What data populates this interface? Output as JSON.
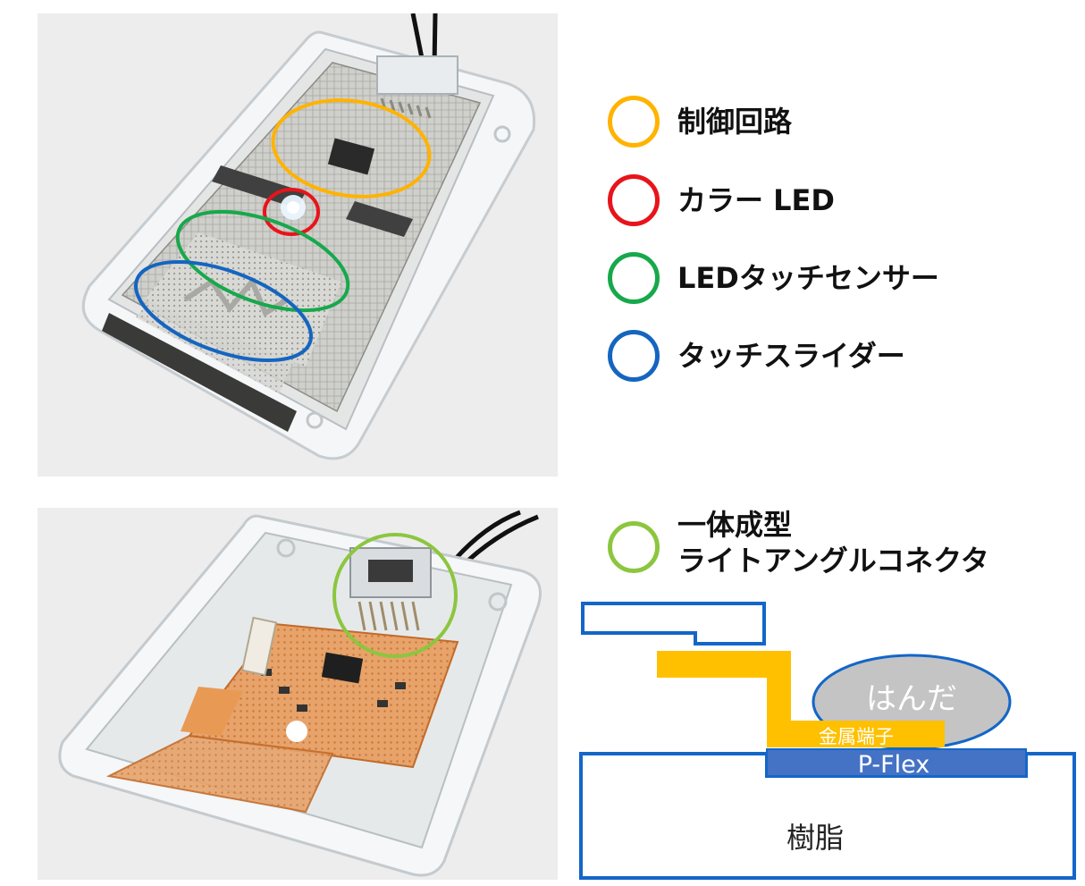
{
  "legend": [
    {
      "label": "制御回路",
      "color": "#FFB300"
    },
    {
      "label": "カラー LED",
      "color": "#E8141B"
    },
    {
      "label": "LEDタッチセンサー",
      "color": "#17A84B"
    },
    {
      "label": "タッチスライダー",
      "color": "#1565C0"
    }
  ],
  "connector_legend": {
    "line1": "一体成型",
    "line2": "ライトアングルコネクタ",
    "color": "#8CC63F"
  },
  "diagram": {
    "solder_label": "はんだ",
    "terminal_label": "金属端子",
    "pflex_label": "P-Flex",
    "resin_label": "樹脂",
    "colors": {
      "outline": "#1466C8",
      "terminal": "#FFC000",
      "pflex": "#4472C4",
      "solder": "#C4C4C4"
    }
  }
}
